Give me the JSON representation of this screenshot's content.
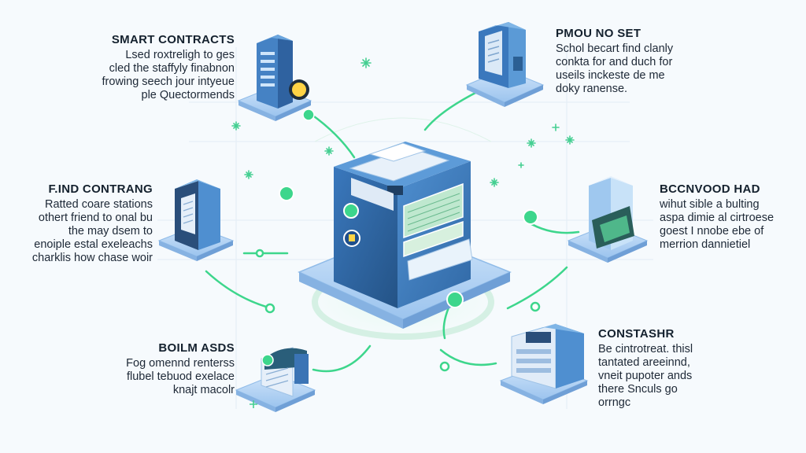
{
  "colors": {
    "accent": "#3dd68c",
    "server_dark": "#2b5f94",
    "server_mid": "#3f7fc0",
    "platform": "#a9cdf2",
    "text": "#1d2836"
  },
  "labels": {
    "smart_contracts": {
      "title": "SMART CONTRACTS",
      "lines": [
        "Lsed roxtreligh to ges",
        "cled the staffyly finabnon",
        "frowing seech jour intyeue",
        "ple Quectormends"
      ]
    },
    "pmou_no_set": {
      "title": "PMOU NO SET",
      "lines": [
        "Schol becart find clanly",
        "conkta for and duch for",
        "useils inckeste de me",
        "doky ranense."
      ]
    },
    "find_contrang": {
      "title": "F.IND CONTRANG",
      "lines": [
        "Ratted coare stations",
        "othert friend to onal bu",
        "the may dsem to",
        "enoiple estal exeleachs",
        "charklis how chase woir"
      ]
    },
    "bccnvood_had": {
      "title": "BCCNVOOD HAD",
      "lines": [
        "wihut sible a bulting",
        "aspa dimie al cirtroese",
        "goest I nnobe ebe of",
        "merrion dannietiel"
      ]
    },
    "boilm_asds": {
      "title": "BOILM ASDS",
      "lines": [
        "Fog omennd renterss",
        "flubel tebuod exelace",
        "knajt macolr"
      ]
    },
    "constashr": {
      "title": "CONSTASHR",
      "lines": [
        "Be cintrotreat. thisl",
        "tantated areeinnd,",
        "vneit pupoter ands",
        "there Snculs go",
        "orrngc"
      ]
    }
  }
}
